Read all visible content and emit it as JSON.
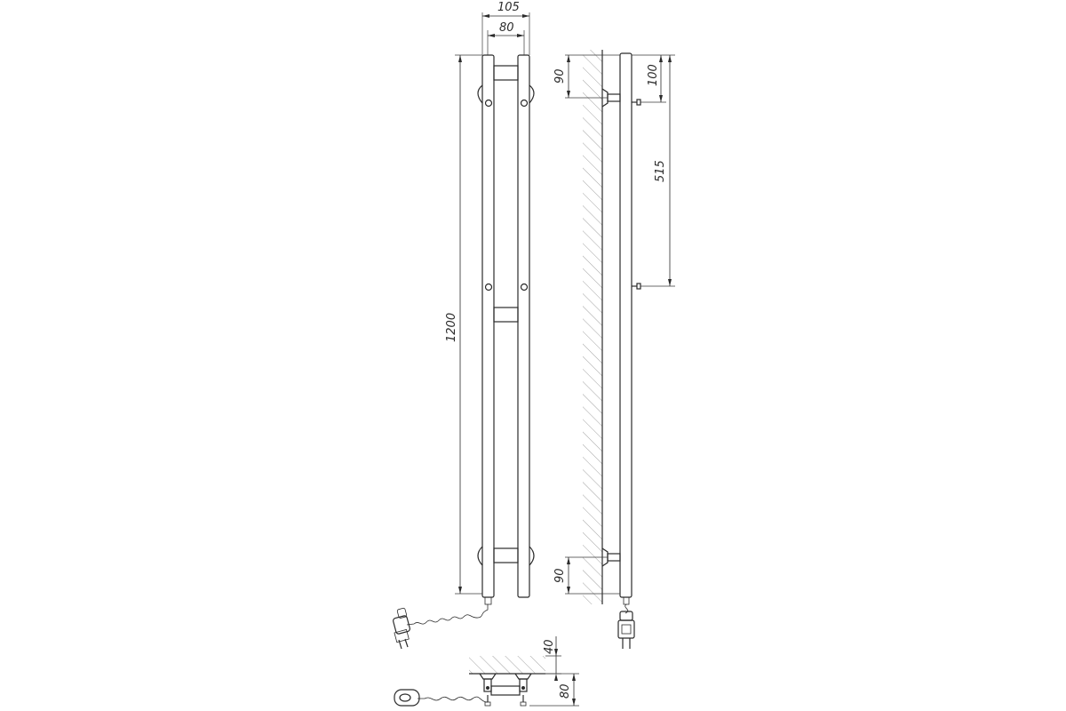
{
  "dimensions": {
    "front_outer_width": "105",
    "front_inner_width": "80",
    "total_height": "1200",
    "side_top_offset": "90",
    "side_bottom_offset": "90",
    "side_top_to_pin": "100",
    "side_pin_spacing": "515",
    "plan_wall_offset": "40",
    "plan_depth": "80"
  }
}
